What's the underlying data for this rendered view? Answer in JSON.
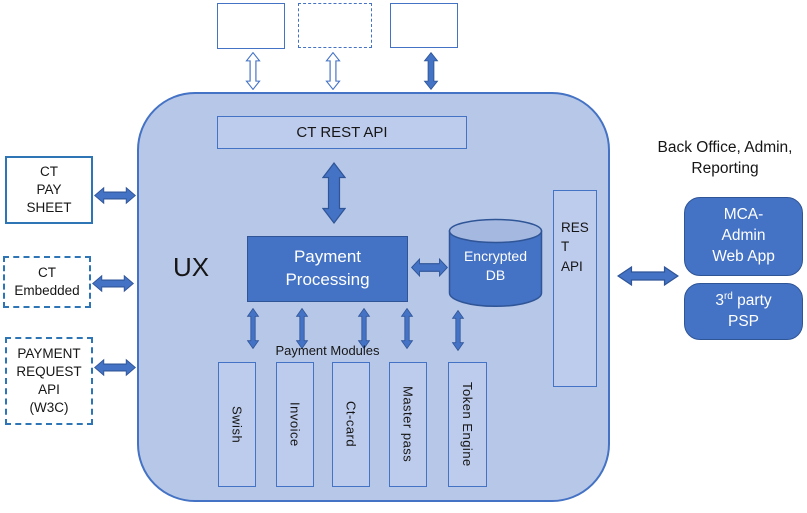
{
  "colors": {
    "container_fill": "#b7c7e8",
    "container_border": "#4472c4",
    "inner_box_fill": "#bdcbec",
    "inner_box_border": "#4472c4",
    "solid_fill": "#4472c4",
    "solid_border": "#2f5597",
    "cylinder_top_fill": "#a4b8e0",
    "left_box_border": "#2e75b6",
    "arrow_fill": "#4472c4",
    "arrow_border": "#2f5597",
    "text_dark": "#161616",
    "text_light": "#ffffff"
  },
  "left_panel": {
    "boxes": [
      {
        "label": "CT\nPAY\nSHEET"
      },
      {
        "label": "CT\nEmbedded"
      },
      {
        "label": "PAYMENT\nREQUEST\nAPI\n(W3C)"
      }
    ]
  },
  "main": {
    "ux_label": "UX",
    "ct_rest_api_label": "CT REST API",
    "payment_processing_label": "Payment\nProcessing",
    "encrypted_db_label": "Encrypted\nDB",
    "rest_api_label": "RES\nT\nAPI",
    "payment_modules_label": "Payment Modules",
    "modules": [
      "Swish",
      "Invoice",
      "Ct-card",
      "Master pass",
      "Token Engine"
    ]
  },
  "right_panel": {
    "heading": "Back Office, Admin,\nReporting",
    "mca_label": "MCA-\nAdmin\nWeb App",
    "psp": {
      "num": "3",
      "sup": "rd",
      "rest": " party",
      "line2": "PSP"
    }
  }
}
